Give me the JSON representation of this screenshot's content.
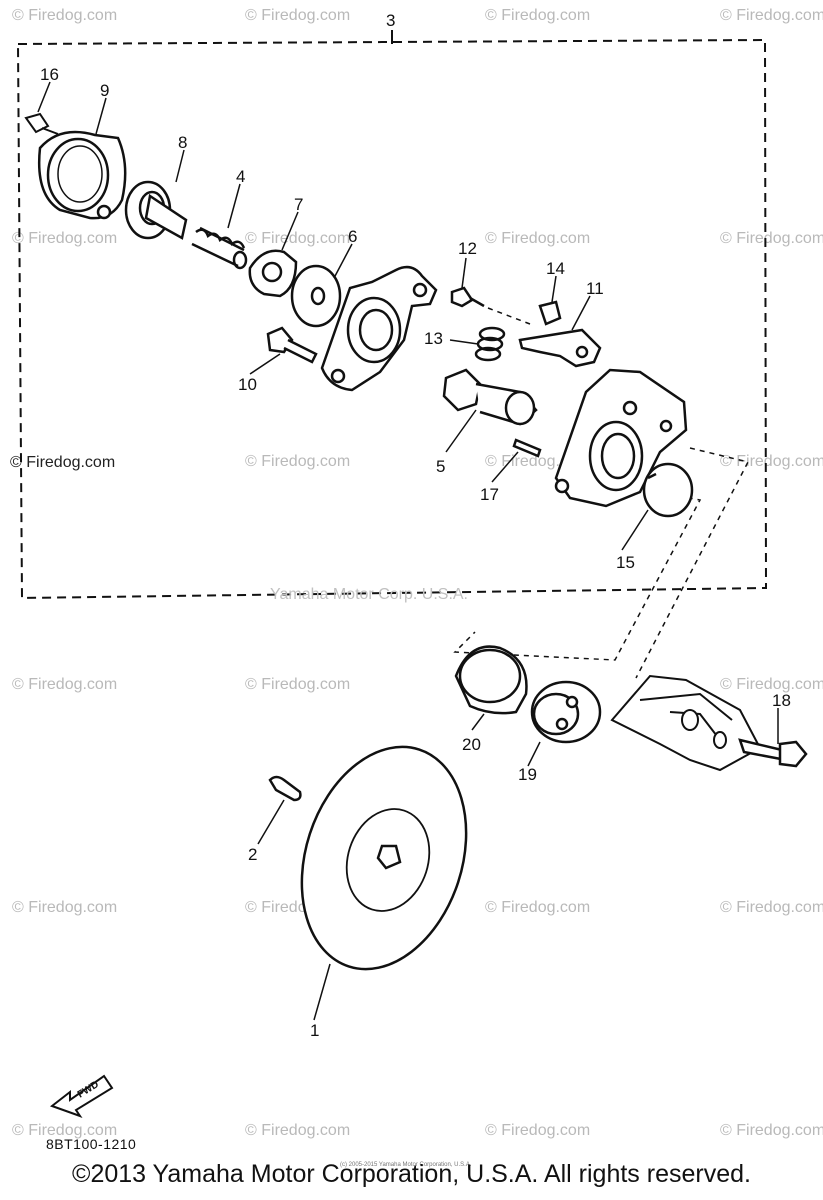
{
  "watermarks": {
    "site": "© Firedog.com",
    "site_sharp": "© Firedog.com",
    "center": "Yamaha Motor Corp. U.S.A."
  },
  "callouts": [
    "1",
    "2",
    "3",
    "4",
    "5",
    "6",
    "7",
    "8",
    "9",
    "10",
    "11",
    "12",
    "13",
    "14",
    "15",
    "16",
    "17",
    "18",
    "19",
    "20"
  ],
  "fwd_label": "FWD",
  "diagram_code": "8BT100-1210",
  "copyright": "©2013 Yamaha Motor Corporation, U.S.A. All rights reserved.",
  "fine_print": "(c) 2005-2015 Yamaha Motor Corporation, U.S.A."
}
